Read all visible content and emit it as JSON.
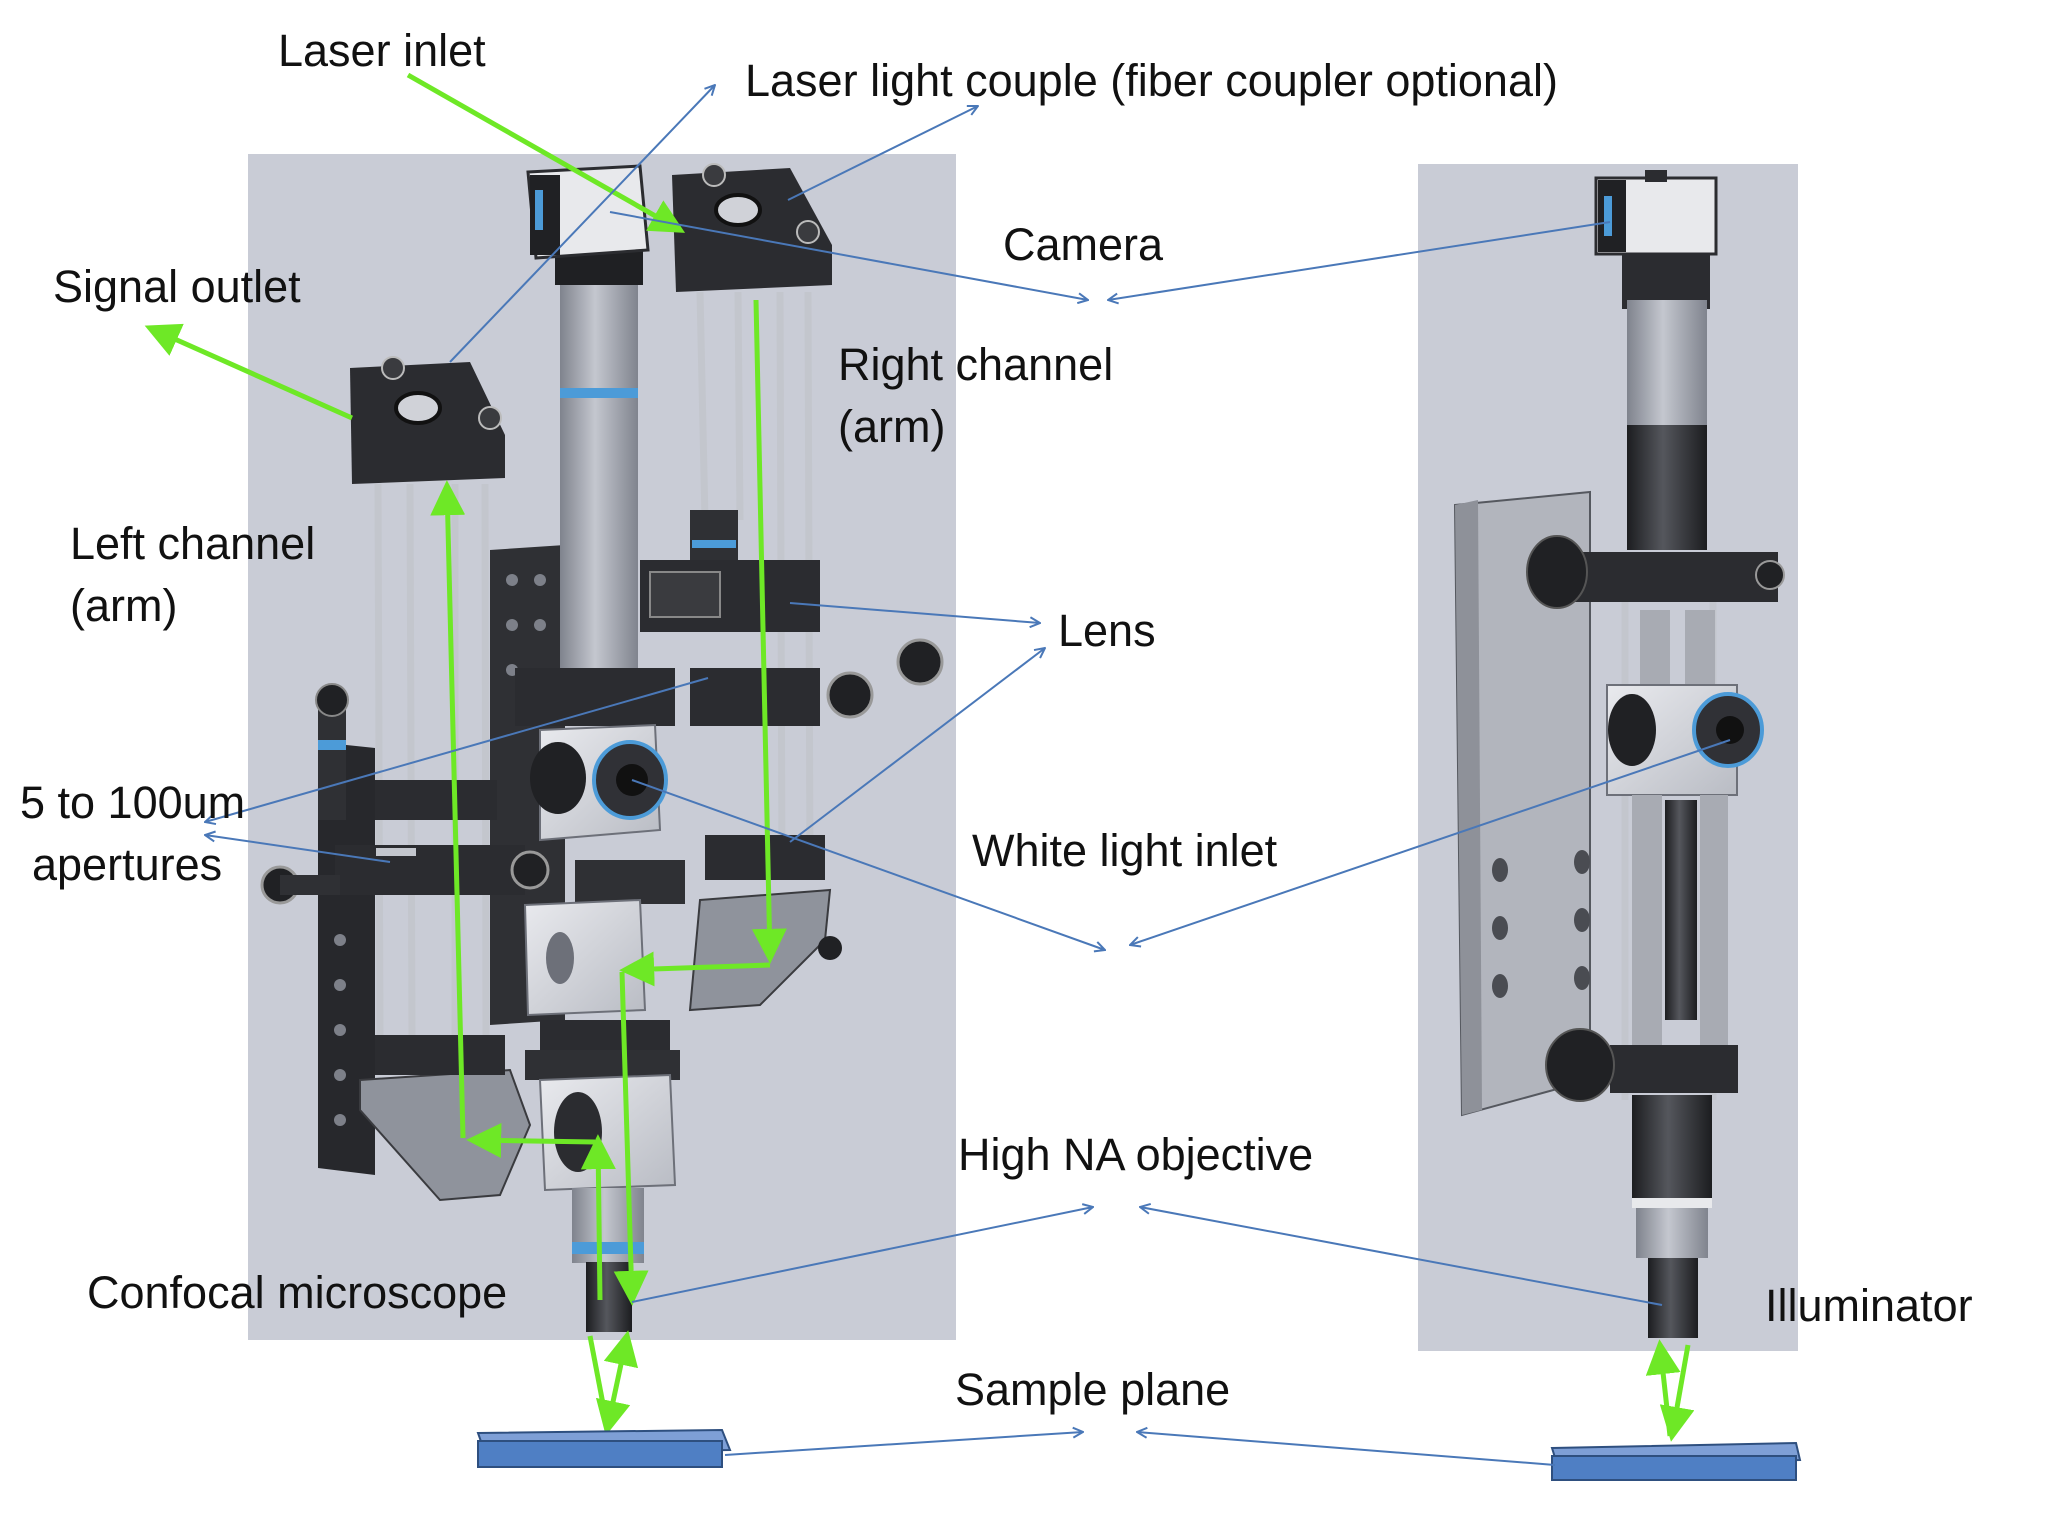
{
  "labels": {
    "laser_inlet": "Laser inlet",
    "laser_light_couple": "Laser light couple (fiber coupler optional)",
    "signal_outlet": "Signal outlet",
    "camera": "Camera",
    "right_channel_line1": "Right channel",
    "right_channel_line2": "(arm)",
    "left_channel_line1": "Left channel",
    "left_channel_line2": "(arm)",
    "lens": "Lens",
    "apertures_line1": "5 to 100um",
    "apertures_line2": "apertures",
    "white_light_inlet": "White light inlet",
    "high_na_objective": "High NA objective",
    "confocal_microscope": "Confocal microscope",
    "illuminator": "Illuminator",
    "sample_plane": "Sample plane"
  },
  "colors": {
    "background": "#ffffff",
    "render_panel": "#c9ccd6",
    "leader_line": "#4a78b8",
    "beam_path": "#6ee826",
    "sample_slab": "#4f7fc4",
    "sample_slab_edge": "#2e4f7f",
    "metal_dark": "#2b2c30",
    "metal_light": "#b6b9c1",
    "tube_gray": "#9ea2ad"
  }
}
